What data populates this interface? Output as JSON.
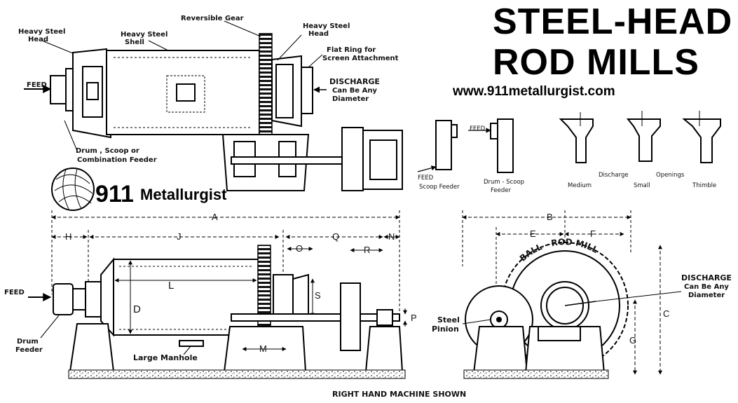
{
  "title": {
    "line1": "STEEL-HEAD",
    "line2": "ROD MILLS"
  },
  "website": "www.911metallurgist.com",
  "logo": {
    "number": "911",
    "word": "Metallurgist"
  },
  "top_view": {
    "heavy_steel_head_left": [
      "Heavy Steel",
      "Head"
    ],
    "heavy_steel_shell": [
      "Heavy  Steel",
      "Shell"
    ],
    "reversible_gear": "Reversible Gear",
    "heavy_steel_head_right": [
      "Heavy Steel",
      "Head"
    ],
    "flat_ring": [
      "Flat Ring for",
      "Screen Attachment"
    ],
    "feed": "FEED",
    "discharge": [
      "DISCHARGE",
      "Can Be Any",
      "Diameter"
    ],
    "drum_feeder": [
      "Drum , Scoop or",
      "Combination  Feeder"
    ]
  },
  "feeders": {
    "feed_top": "FEED",
    "feed_left": "FEED",
    "scoop_feeder": "Scoop Feeder",
    "drum_scoop_feeder": [
      "Drum - Scoop",
      "Feeder"
    ]
  },
  "openings": {
    "discharge": "Discharge",
    "openings": "Openings",
    "medium": "Medium",
    "small": "Small",
    "thimble": "Thimble"
  },
  "side_view": {
    "dims": {
      "A": "A",
      "H": "H",
      "J": "J",
      "Q": "Q",
      "N": "N",
      "O": "O",
      "R": "R",
      "L": "L",
      "D": "D",
      "S": "S",
      "M": "M",
      "P": "P"
    },
    "feed": "FEED",
    "drum_feeder": [
      "Drum",
      "Feeder"
    ],
    "large_manhole": "Large Manhole",
    "caption": "RIGHT  HAND MACHINE  SHOWN"
  },
  "end_view": {
    "dims": {
      "B": "B",
      "E": "E",
      "F": "F",
      "C": "C",
      "G": "G"
    },
    "ring_text": "BALL - ROD  MILL",
    "discharge": [
      "DISCHARGE",
      "Can Be Any",
      "Diameter"
    ],
    "steel_pinion": [
      "Steel",
      "Pinion"
    ]
  }
}
